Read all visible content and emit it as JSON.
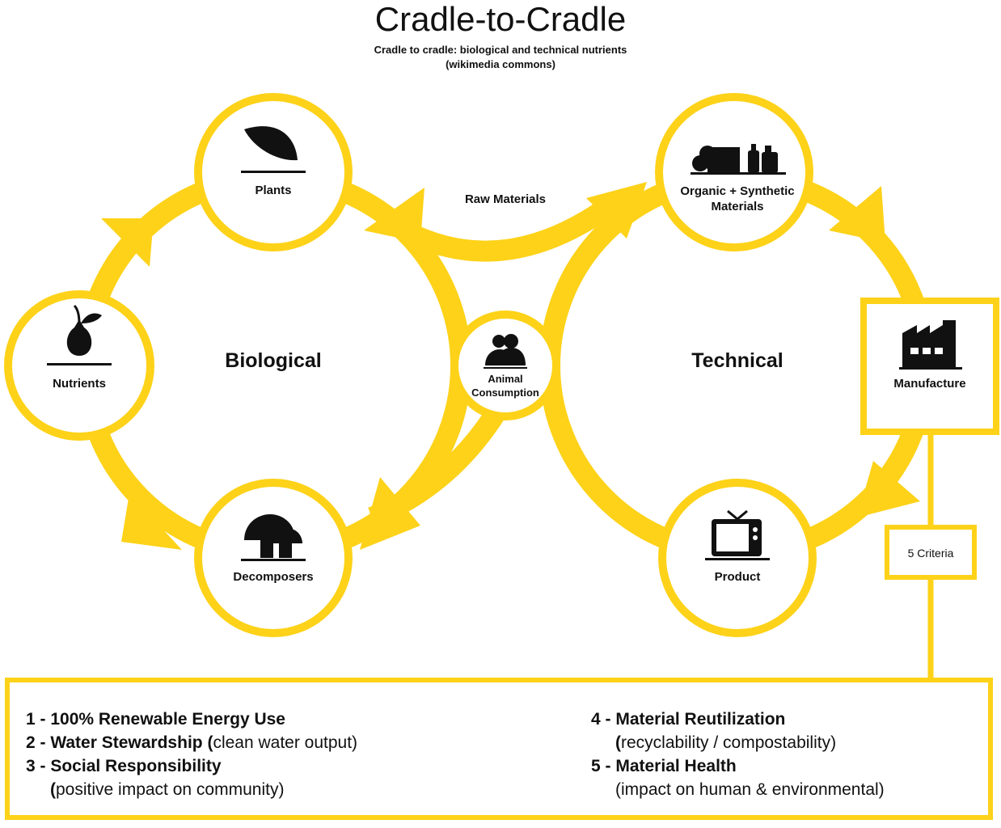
{
  "title": "Cradle-to-Cradle",
  "subtitle_line1": "Cradle to cradle: biological and technical nutrients",
  "subtitle_line2": "(wikimedia commons)",
  "colors": {
    "accent": "#fdd219",
    "icon": "#111111",
    "background": "#ffffff"
  },
  "cycles": {
    "biological": "Biological",
    "technical": "Technical",
    "raw_materials": "Raw Materials"
  },
  "nodes": {
    "plants": {
      "label": "Plants",
      "icon": "leaf-icon"
    },
    "nutrients": {
      "label": "Nutrients",
      "icon": "sprout-icon"
    },
    "decomposers": {
      "label": "Decomposers",
      "icon": "mushroom-icon"
    },
    "animal": {
      "line1": "Animal",
      "line2": "Consumption",
      "icon": "people-icon"
    },
    "materials": {
      "line1": "Organic + Synthetic",
      "line2": "Materials",
      "icon": "logs-bottles-icon"
    },
    "manufacture": {
      "label": "Manufacture",
      "icon": "factory-icon"
    },
    "product": {
      "label": "Product",
      "icon": "tv-icon"
    }
  },
  "criteria_tag": "5 Criteria",
  "criteria": {
    "c1_bold": "1 - 100% Renewable Energy Use",
    "c2_bold": "2 - Water Stewardship (",
    "c2_normal": "clean water output)",
    "c3_bold": "3 - Social Responsibility",
    "c3b_bold": "(",
    "c3b_normal": "positive impact on community)",
    "c4_bold": "4 - Material Reutilization",
    "c4b_bold": "(",
    "c4b_normal": "recyclability / compostability)",
    "c5_bold": "5 - Material Health",
    "c5b_normal": "(impact on human & environmental)"
  }
}
